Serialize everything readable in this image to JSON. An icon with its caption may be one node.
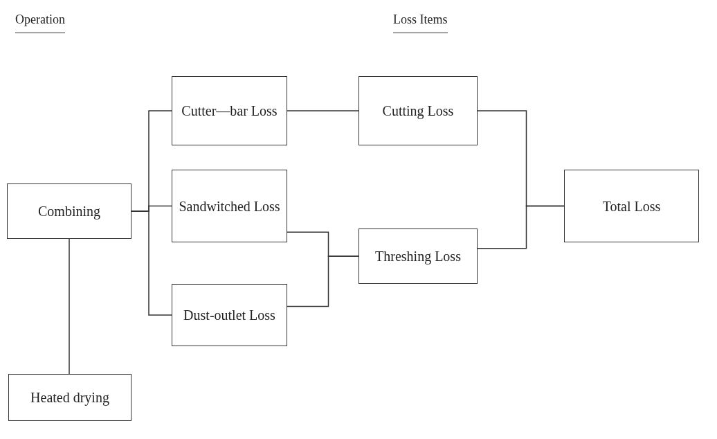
{
  "diagram": {
    "nodes": [
      {
        "text": [
          "Combining"
        ]
      },
      {
        "text": [
          "Heated drying"
        ]
      },
      {
        "text": [
          "Cutter—bar Loss"
        ]
      },
      {
        "text": [
          "Sandwitched Loss"
        ]
      },
      {
        "text": [
          "Dust-outlet Loss"
        ]
      },
      {
        "text": [
          "Cutting Loss"
        ]
      },
      {
        "text": [
          "Threshing Loss"
        ]
      },
      {
        "text": [
          "Total Loss"
        ]
      }
    ],
    "edges": [
      {
        "from": 0,
        "to": 1,
        "arrow": "none"
      },
      {
        "from": 0,
        "to": 2,
        "arrow": "none"
      },
      {
        "from": 0,
        "to": 3,
        "arrow": "none"
      },
      {
        "from": 0,
        "to": 4,
        "arrow": "none"
      },
      {
        "from": 2,
        "to": 5,
        "arrow": "none"
      },
      {
        "from": 3,
        "to": 6,
        "arrow": "none"
      },
      {
        "from": 4,
        "to": 6,
        "arrow": "none"
      },
      {
        "from": 5,
        "to": 7,
        "arrow": "none"
      },
      {
        "from": 6,
        "to": 7,
        "arrow": "none"
      }
    ],
    "labels": [
      "Operation",
      "Loss Items"
    ]
  }
}
